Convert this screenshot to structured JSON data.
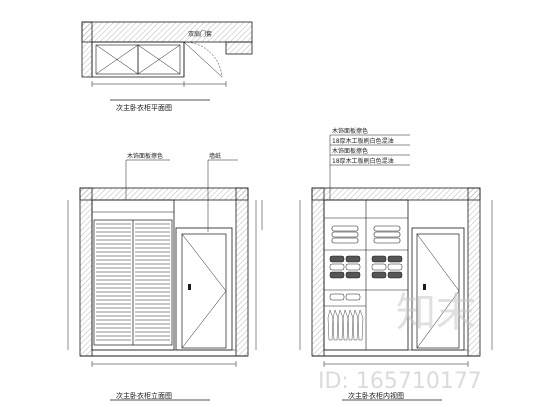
{
  "plan_view": {
    "title": "次主卧衣柜平面图",
    "door_label": "双扇门套"
  },
  "elevation_left": {
    "title": "次主卧衣柜立面图",
    "notes": [
      "木饰面板擦色",
      "墙纸"
    ]
  },
  "elevation_right": {
    "title": "次主卧衣柜内视图",
    "notes": [
      "木饰面板擦色",
      "18厚木工板刷白色混油",
      "木饰面板擦色",
      "18厚木工板刷白色混油"
    ]
  },
  "watermark": {
    "logo": "知末",
    "id": "ID: 165710177"
  },
  "colors": {
    "line": "#1a1a1a",
    "hatch": "#9a9a9a",
    "watermark": "#c6c6c6"
  }
}
